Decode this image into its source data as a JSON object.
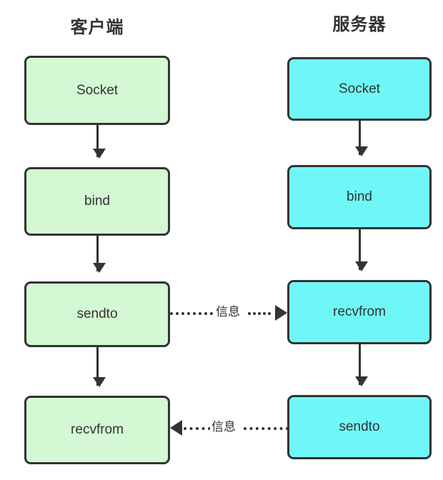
{
  "diagram": {
    "title_client": "客户端",
    "title_server": "服务器",
    "colors": {
      "client_fill": "#d3f8d3",
      "server_fill": "#6ff7f7",
      "stroke": "#333333",
      "background": "#ffffff",
      "text": "#333333"
    },
    "client_nodes": [
      {
        "label": "Socket"
      },
      {
        "label": "bind"
      },
      {
        "label": "sendto"
      },
      {
        "label": "recvfrom"
      }
    ],
    "server_nodes": [
      {
        "label": "Socket"
      },
      {
        "label": "bind"
      },
      {
        "label": "recvfrom"
      },
      {
        "label": "sendto"
      }
    ],
    "messages": [
      {
        "label": "信息",
        "direction": "client-to-server"
      },
      {
        "label": "信息",
        "direction": "server-to-client"
      }
    ]
  }
}
